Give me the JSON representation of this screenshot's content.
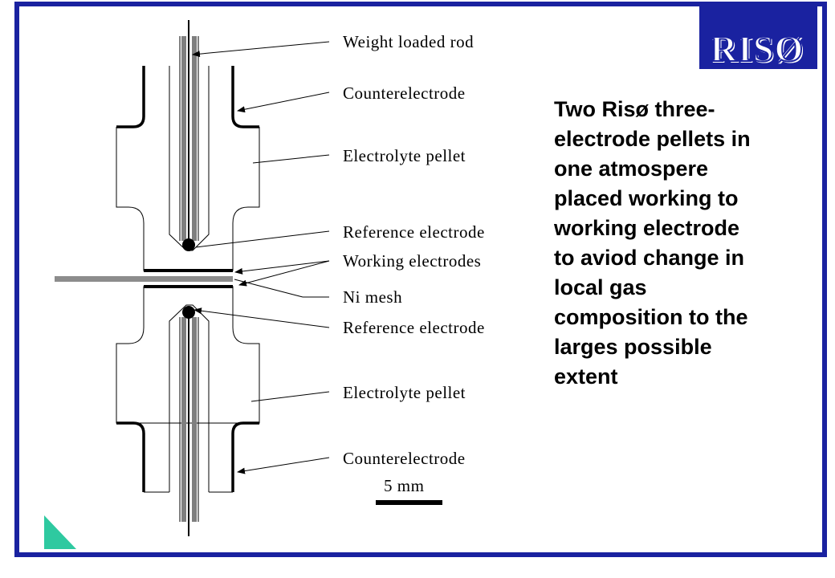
{
  "logo": {
    "text": "RISØ"
  },
  "caption": {
    "text": "Two Risø three-\nelectrode pellets in\none atmospere\nplaced working to\nworking electrode\nto aviod change in\nlocal gas\ncomposition to the\nlarges possible\nextent"
  },
  "labels": {
    "weight_loaded_rod": "Weight loaded rod",
    "counterelectrode_top": "Counterelectrode",
    "electrolyte_pellet_top": "Electrolyte pellet",
    "reference_electrode_top": "Reference electrode",
    "working_electrodes": "Working electrodes",
    "ni_mesh": "Ni mesh",
    "reference_electrode_bottom": "Reference electrode",
    "electrolyte_pellet_bottom": "Electrolyte pellet",
    "counterelectrode_bottom": "Counterelectrode"
  },
  "scale_bar": {
    "label": "5 mm"
  },
  "colors": {
    "frame": "#1a22a0",
    "corner_mark": "#2ec9a0",
    "mesh_gray": "#8c8c8c",
    "rod_gray": "#7f7f7f"
  }
}
